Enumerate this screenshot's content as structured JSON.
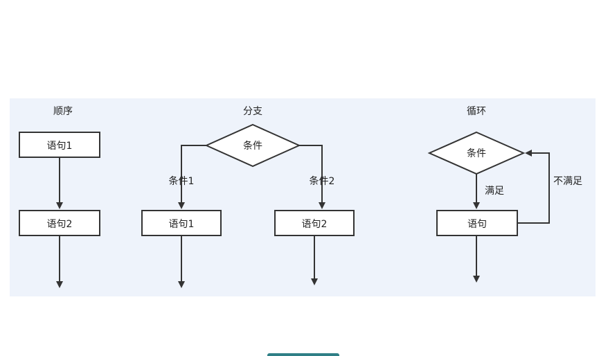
{
  "diagram": {
    "sequence": {
      "title": "顺序",
      "box1": "语句1",
      "box2": "语句2"
    },
    "branch": {
      "title": "分支",
      "decision": "条件",
      "left_label": "条件1",
      "right_label": "条件2",
      "left_box": "语句1",
      "right_box": "语句2"
    },
    "loop": {
      "title": "循环",
      "decision": "条件",
      "yes_label": "满足",
      "no_label": "不满足",
      "box": "语句"
    }
  },
  "colors": {
    "panel": "#eef3fb",
    "stroke": "#333333",
    "fill": "#ffffff",
    "accent": "#2f7f86"
  }
}
